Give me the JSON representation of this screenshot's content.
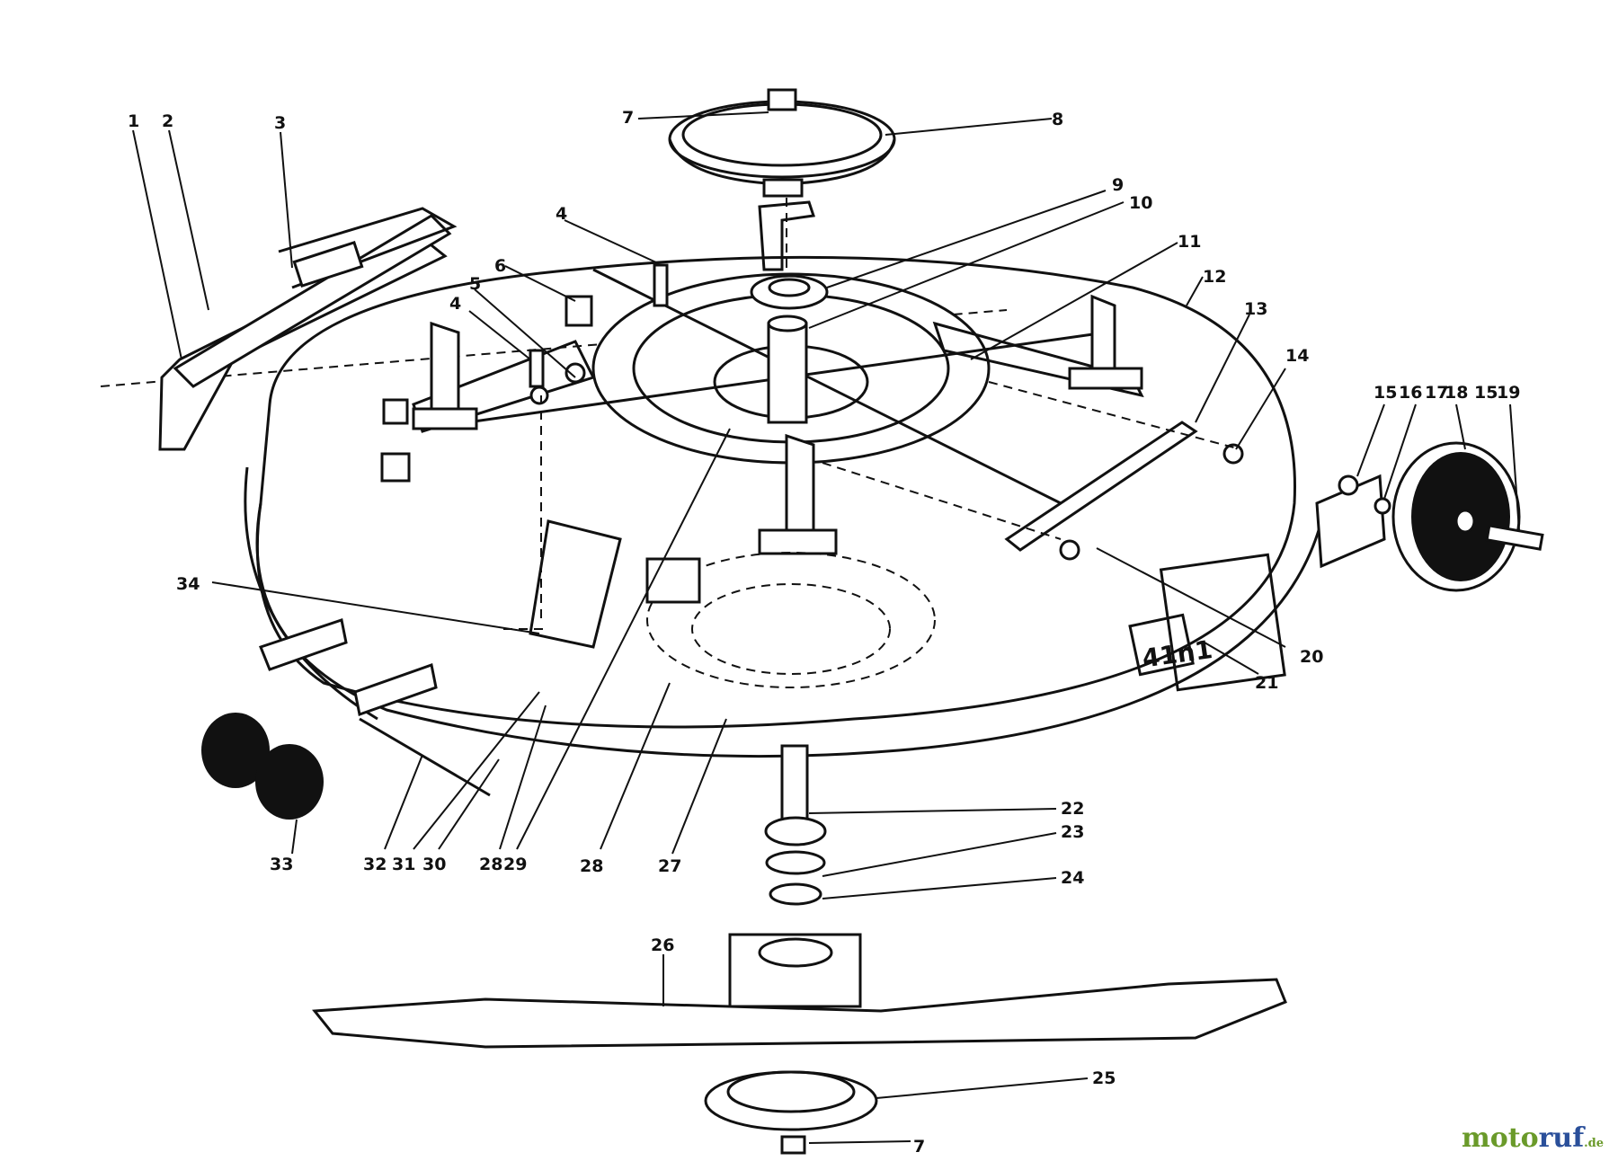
{
  "parts": [
    {
      "id": "p1",
      "label": "1"
    },
    {
      "id": "p2",
      "label": "2"
    },
    {
      "id": "p3",
      "label": "3"
    },
    {
      "id": "p4a",
      "label": "4"
    },
    {
      "id": "p4b",
      "label": "4"
    },
    {
      "id": "p5",
      "label": "5"
    },
    {
      "id": "p6",
      "label": "6"
    },
    {
      "id": "p7a",
      "label": "7"
    },
    {
      "id": "p7b",
      "label": "7"
    },
    {
      "id": "p8",
      "label": "8"
    },
    {
      "id": "p9",
      "label": "9"
    },
    {
      "id": "p10",
      "label": "10"
    },
    {
      "id": "p11",
      "label": "11"
    },
    {
      "id": "p12",
      "label": "12"
    },
    {
      "id": "p13",
      "label": "13"
    },
    {
      "id": "p14",
      "label": "14"
    },
    {
      "id": "p15a",
      "label": "15"
    },
    {
      "id": "p16",
      "label": "16"
    },
    {
      "id": "p17",
      "label": "17"
    },
    {
      "id": "p15b",
      "label": "15"
    },
    {
      "id": "p18",
      "label": "18"
    },
    {
      "id": "p19",
      "label": "19"
    },
    {
      "id": "p20",
      "label": "20"
    },
    {
      "id": "p21",
      "label": "21"
    },
    {
      "id": "p22",
      "label": "22"
    },
    {
      "id": "p23",
      "label": "23"
    },
    {
      "id": "p24",
      "label": "24"
    },
    {
      "id": "p25",
      "label": "25"
    },
    {
      "id": "p26",
      "label": "26"
    },
    {
      "id": "p27",
      "label": "27"
    },
    {
      "id": "p28a",
      "label": "28"
    },
    {
      "id": "p28b",
      "label": "28"
    },
    {
      "id": "p29",
      "label": "29"
    },
    {
      "id": "p30",
      "label": "30"
    },
    {
      "id": "p31",
      "label": "31"
    },
    {
      "id": "p32",
      "label": "32"
    },
    {
      "id": "p33",
      "label": "33"
    },
    {
      "id": "p34",
      "label": "34"
    }
  ],
  "deck_decal": "41n1",
  "watermark": {
    "part1": "moto",
    "part2": "ruf",
    "suffix": ".de"
  }
}
